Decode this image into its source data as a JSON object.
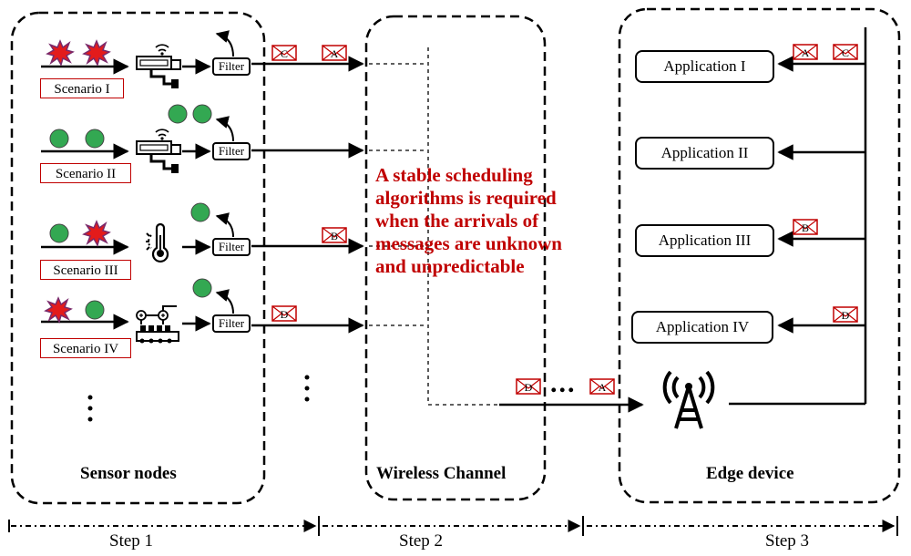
{
  "sensor_nodes": {
    "label": "Sensor nodes",
    "scenarios": [
      {
        "label": "Scenario I",
        "filter": "Filter",
        "out_msgs": [
          "C",
          "A"
        ]
      },
      {
        "label": "Scenario II",
        "filter": "Filter",
        "out_msgs": []
      },
      {
        "label": "Scenario III",
        "filter": "Filter",
        "out_msgs": [
          "B"
        ]
      },
      {
        "label": "Scenario IV",
        "filter": "Filter",
        "out_msgs": [
          "D"
        ]
      }
    ]
  },
  "wireless_channel": {
    "label": "Wireless Channel",
    "note": "A stable scheduling algorithms is required when the arrivals of messages are unknown and unpredictable",
    "queue_msgs": [
      "D",
      "A"
    ],
    "ellipsis": "..."
  },
  "edge_device": {
    "label": "Edge device",
    "applications": [
      {
        "label": "Application I",
        "msgs": [
          "A",
          "C"
        ]
      },
      {
        "label": "Application II",
        "msgs": []
      },
      {
        "label": "Application III",
        "msgs": [
          "B"
        ]
      },
      {
        "label": "Application IV",
        "msgs": [
          "D"
        ]
      }
    ]
  },
  "steps": [
    "Step 1",
    "Step 2",
    "Step 3"
  ],
  "colors": {
    "accent_red": "#c00000",
    "burst_red": "#e31b1b",
    "burst_purple": "#7a2a6b",
    "green": "#33a852"
  }
}
